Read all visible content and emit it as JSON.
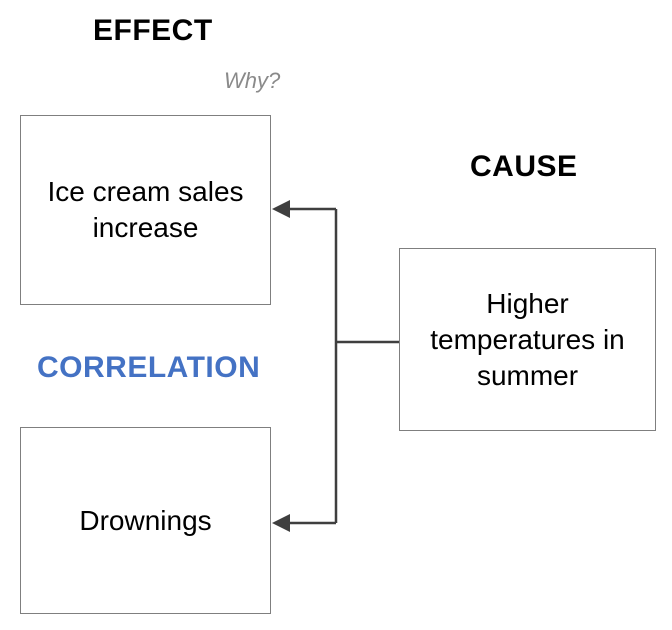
{
  "labels": {
    "effect": "EFFECT",
    "why": "Why?",
    "cause": "CAUSE",
    "correlation": "CORRELATION"
  },
  "boxes": {
    "ice_cream": "Ice cream sales increase",
    "drownings": "Drownings",
    "temperatures": "Higher temperatures in summer"
  },
  "colors": {
    "correlation": "#4472c4",
    "why": "#8a8a8a",
    "box_border": "#7f7f7f",
    "connector": "#3f3f3f"
  }
}
